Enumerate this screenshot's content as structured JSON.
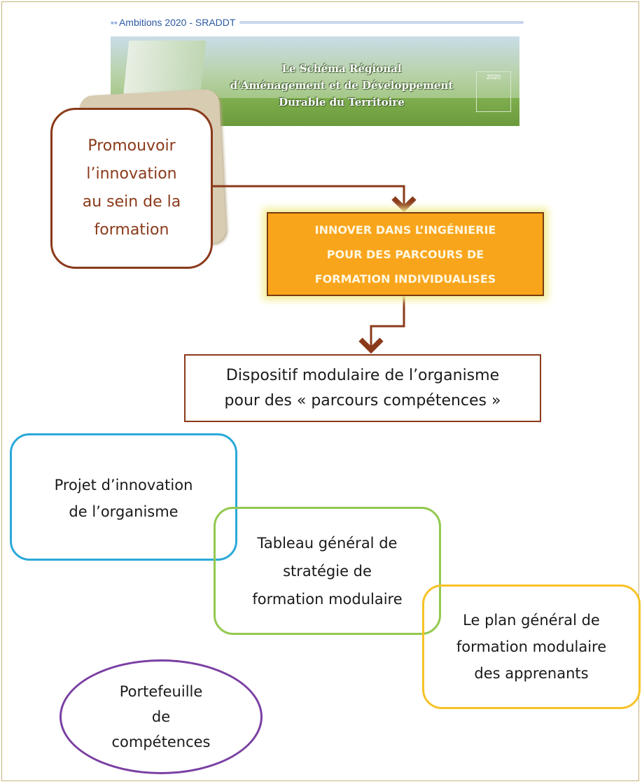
{
  "header": {
    "title": "Ambitions 2020 - SRADDT"
  },
  "banner": {
    "text": "Le Schéma Régional\nd'Aménagement et de Développement\nDurable du Territoire",
    "logo_text": "2020"
  },
  "boxes": {
    "promouvoir": "Promouvoir\nl’innovation\nau sein de la\nformation",
    "innover": "INNOVER DANS L’INGÉNIERIE\nPOUR DES PARCOURS DE\nFORMATION INDIVIDUALISES",
    "dispositif": "Dispositif modulaire de l’organisme\npour des « parcours compétences »",
    "projet": "Projet d’innovation\nde l’organisme",
    "tableau": "Tableau général de\nstratégie de\nformation modulaire",
    "plan": "Le plan général de\nformation modulaire\ndes apprenants",
    "portefeuille": "Portefeuille\nde\ncompétences"
  },
  "colors": {
    "brown": "#8a3a1a",
    "orange": "#f9a51b",
    "blue": "#2aa9d8",
    "green": "#92c94e",
    "yellow": "#f7c227",
    "purple": "#7a3fa3"
  }
}
